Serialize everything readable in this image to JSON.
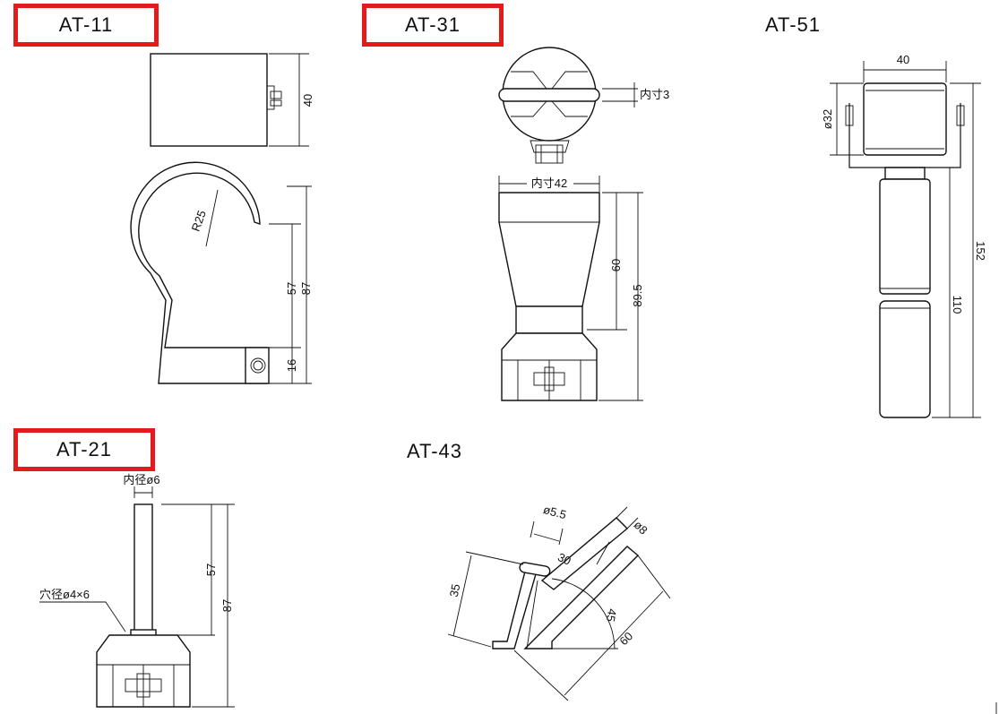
{
  "models": {
    "at11": "AT-11",
    "at31": "AT-31",
    "at51": "AT-51",
    "at21": "AT-21",
    "at43": "AT-43"
  },
  "boxed_models": [
    "AT-11",
    "AT-31",
    "AT-21"
  ],
  "highlight_color": "#e31b1b",
  "dims": {
    "at11": {
      "width": "40",
      "radius": "R25",
      "d57": "57",
      "d87": "87",
      "d16": "16"
    },
    "at31": {
      "inner3": "内寸3",
      "inner42": "内寸42",
      "d60": "60",
      "d895": "89.5"
    },
    "at51": {
      "d40": "40",
      "dia32": "ø32",
      "d152": "152",
      "d110": "110"
    },
    "at21": {
      "inner_dia": "内径ø6",
      "hole_dia": "穴径ø4×6",
      "d57": "57",
      "d87": "87"
    },
    "at43": {
      "dia55": "ø5.5",
      "dia8": "ø8",
      "d35": "35",
      "d30": "30",
      "d45": "45",
      "d60": "60"
    }
  }
}
